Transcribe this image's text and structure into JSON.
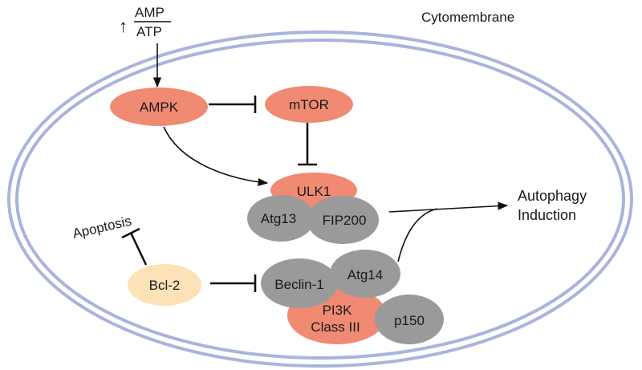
{
  "membrane": {
    "label": "Cytomembrane",
    "color": "#a9b4dd"
  },
  "signal": {
    "arrow": "↑",
    "numerator": "AMP",
    "denominator": "ATP"
  },
  "nodes": {
    "ampk": {
      "label": "AMPK",
      "color": "#f08a73"
    },
    "mtor": {
      "label": "mTOR",
      "color": "#f08a73"
    },
    "ulk1": {
      "label": "ULK1",
      "color": "#f08a73"
    },
    "atg13": {
      "label": "Atg13",
      "color": "#9a9a9a"
    },
    "fip200": {
      "label": "FIP200",
      "color": "#9a9a9a"
    },
    "bcl2": {
      "label": "Bcl-2",
      "color": "#fde2b8"
    },
    "beclin1": {
      "label": "Beclin-1",
      "color": "#9a9a9a"
    },
    "atg14": {
      "label": "Atg14",
      "color": "#9a9a9a"
    },
    "pi3k": {
      "line1": "PI3K",
      "line2": "Class III",
      "color": "#f08a73"
    },
    "p150": {
      "label": "p150",
      "color": "#9a9a9a"
    }
  },
  "outcomes": {
    "apoptosis": "Apoptosis",
    "autophagy_line1": "Autophagy",
    "autophagy_line2": "Induction"
  }
}
